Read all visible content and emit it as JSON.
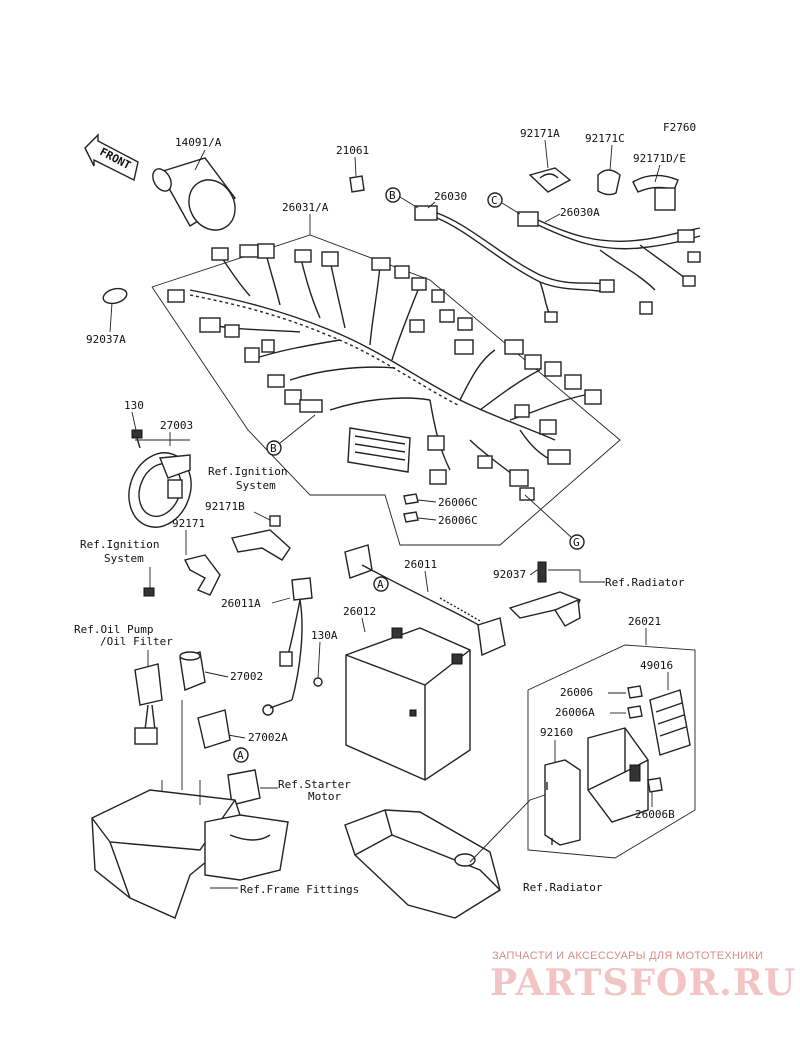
{
  "diagram": {
    "code": "F2760",
    "front_label": "FRONT",
    "parts": [
      "14091/A",
      "21061",
      "92171A",
      "92171C",
      "92171D/E",
      "26030",
      "26030A",
      "26031/A",
      "92037A",
      "130",
      "27003",
      "92171B",
      "92171",
      "26006C",
      "26011",
      "26011A",
      "130A",
      "92037",
      "26012",
      "26021",
      "49016",
      "26006",
      "26006A",
      "26006B",
      "92160",
      "27002",
      "27002A"
    ],
    "refs": {
      "ignition_a": [
        "Ref.Ignition",
        "System"
      ],
      "ignition_b": [
        "Ref.Ignition",
        "System"
      ],
      "radiator_a": "Ref.Radiator",
      "oil": [
        "Ref.Oil Pump",
        "/Oil Filter"
      ],
      "starter": [
        "Ref.Starter",
        "Motor"
      ],
      "frame": "Ref.Frame Fittings",
      "radiator_b": "Ref.Radiator"
    },
    "callouts": [
      "A",
      "B",
      "C",
      "G"
    ]
  },
  "watermark": {
    "caption": "ЗАПЧАСТИ И АКСЕССУАРЫ ДЛЯ МОТОТЕХНИКИ",
    "logo": "PARTSFOR.RU"
  }
}
